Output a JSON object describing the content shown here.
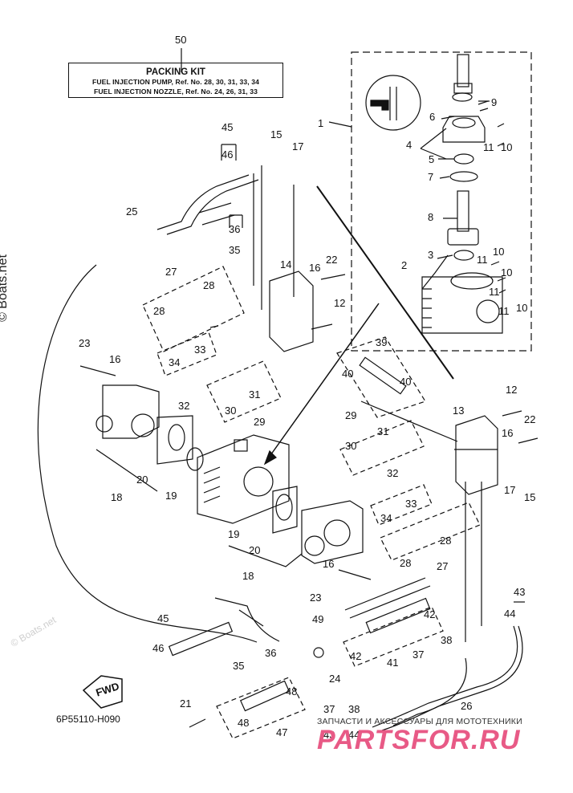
{
  "packing_kit": {
    "ref_no": "50",
    "title": "PACKING KIT",
    "line1": "FUEL INJECTION PUMP,  Ref. No. 28, 30, 31, 33, 34",
    "line2": "FUEL INJECTION NOZZLE,  Ref. No. 24, 26, 31, 33"
  },
  "diagram_code": "6P55110-H090",
  "fwd_label": "FWD",
  "watermark": "© Boats.net",
  "watermark_faint": "© Boats.net",
  "brand": {
    "tagline": "ЗАПЧАСТИ И АКСЕССУАРЫ ДЛЯ МОТОТЕХНИКИ",
    "name": "PARTSFOR.RU"
  },
  "callouts": [
    "1",
    "2",
    "3",
    "4",
    "5",
    "6",
    "7",
    "8",
    "9",
    "10",
    "10",
    "10",
    "10",
    "11",
    "11",
    "11",
    "11",
    "12",
    "12",
    "13",
    "14",
    "15",
    "15",
    "16",
    "16",
    "16",
    "16",
    "17",
    "17",
    "18",
    "18",
    "19",
    "19",
    "20",
    "20",
    "21",
    "22",
    "22",
    "23",
    "23",
    "24",
    "25",
    "26",
    "27",
    "27",
    "28",
    "28",
    "28",
    "28",
    "29",
    "29",
    "30",
    "30",
    "31",
    "31",
    "32",
    "32",
    "33",
    "33",
    "34",
    "34",
    "35",
    "35",
    "36",
    "36",
    "37",
    "37",
    "38",
    "38",
    "39",
    "40",
    "40",
    "41",
    "42",
    "42",
    "43",
    "43",
    "44",
    "44",
    "45",
    "45",
    "46",
    "46",
    "47",
    "48",
    "48",
    "49"
  ]
}
